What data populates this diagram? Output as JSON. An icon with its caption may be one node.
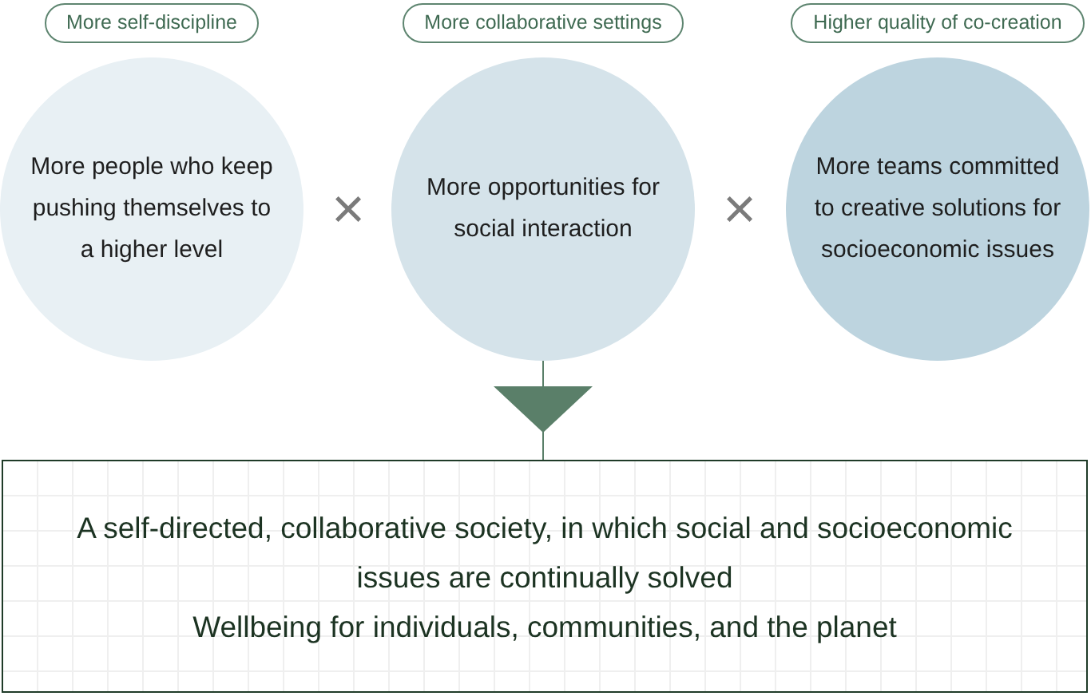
{
  "diagram": {
    "nodes": [
      {
        "text": [
          "More self-discipline",
          "More people who keep pushing themselves to a higher level"
        ]
      },
      {
        "text": [
          "More collaborative settings",
          "More opportunities for social interaction"
        ]
      },
      {
        "text": [
          "Higher quality of co-creation",
          "More teams committed to creative solutions for socioeconomic issues"
        ]
      },
      {
        "text": [
          "A self-directed, collaborative society, in which social and socioeconomic issues are continually solved",
          "Wellbeing for individuals, communities, and the planet"
        ]
      }
    ],
    "edges": [
      {
        "from": 1,
        "to": 3,
        "arrow": "to"
      }
    ],
    "labels": [
      "×",
      "×"
    ]
  }
}
